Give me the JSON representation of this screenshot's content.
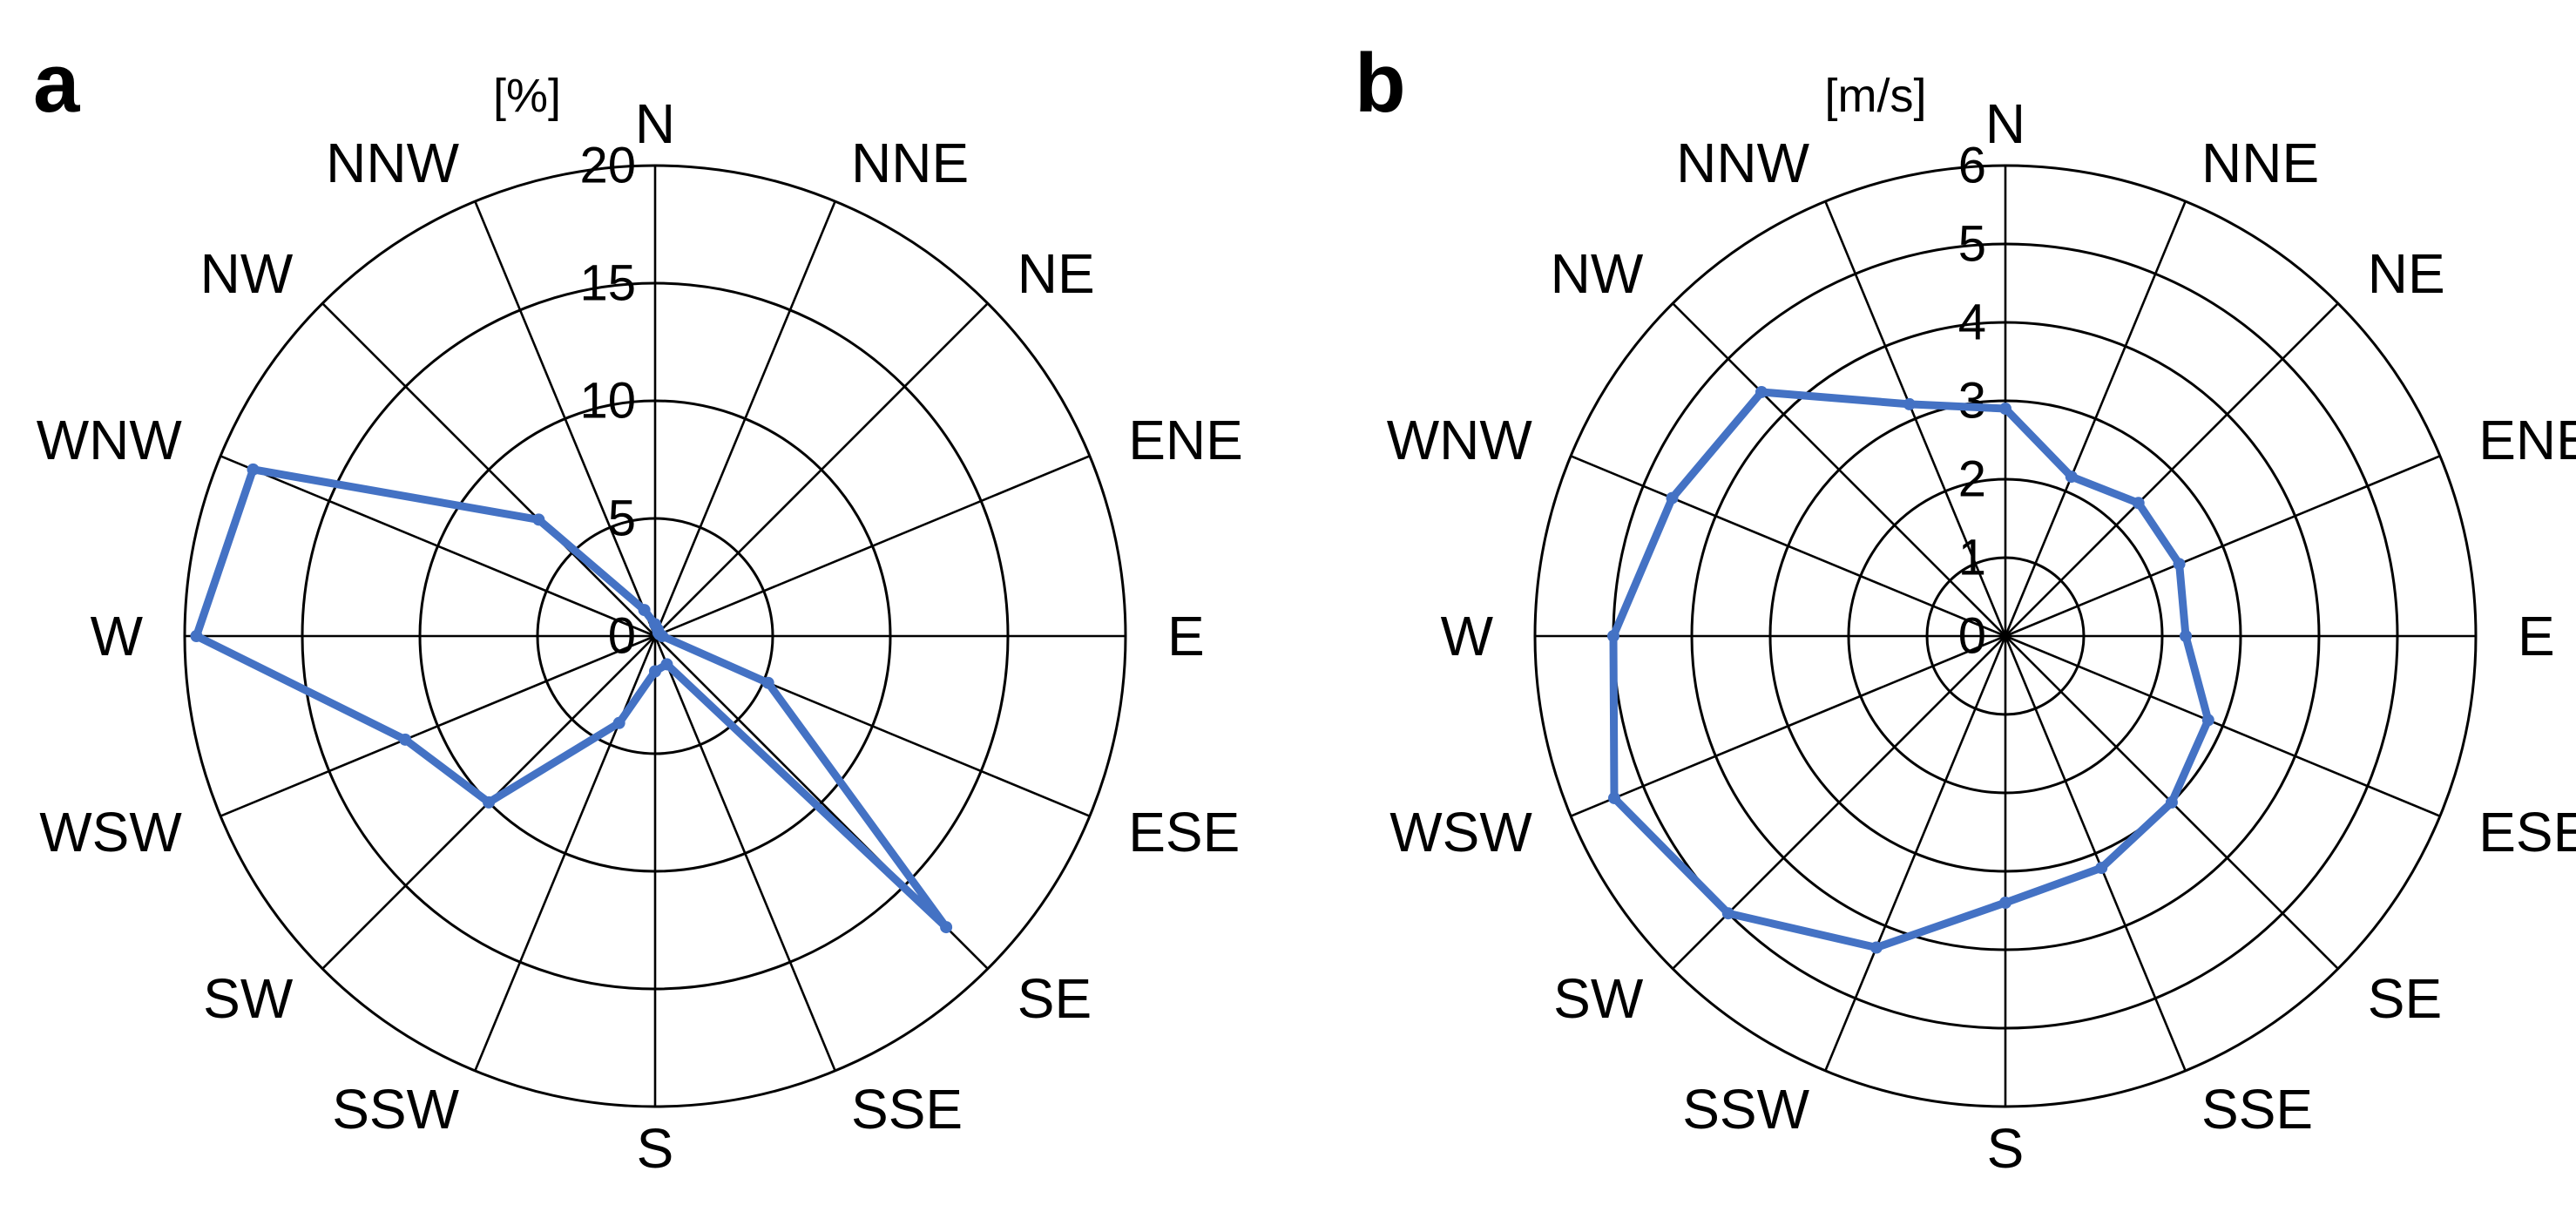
{
  "chart_data": [
    {
      "type": "radar",
      "panel": "a",
      "unit_label": "[%]",
      "directions": [
        "N",
        "NNE",
        "NE",
        "ENE",
        "E",
        "ESE",
        "SE",
        "SSE",
        "S",
        "SSW",
        "SW",
        "WSW",
        "W",
        "WNW",
        "NW",
        "NNW"
      ],
      "ticks": [
        "0",
        "5",
        "10",
        "15",
        "20"
      ],
      "rlim": [
        0,
        20
      ],
      "series": [
        {
          "values": [
            0.5,
            0.3,
            0.2,
            0.2,
            0.3,
            5.2,
            17.5,
            1.3,
            1.5,
            4.0,
            10.0,
            11.5,
            19.5,
            18.5,
            7.0,
            1.2
          ]
        }
      ],
      "line_color": "#4472C4",
      "grid": true
    },
    {
      "type": "radar",
      "panel": "b",
      "unit_label": "[m/s]",
      "directions": [
        "N",
        "NNE",
        "NE",
        "ENE",
        "E",
        "ESE",
        "SE",
        "SSE",
        "S",
        "SSW",
        "SW",
        "WSW",
        "W",
        "WNW",
        "NW",
        "NNW"
      ],
      "ticks": [
        "0",
        "1",
        "2",
        "3",
        "4",
        "5",
        "6"
      ],
      "rlim": [
        0,
        6
      ],
      "series": [
        {
          "values": [
            2.9,
            2.2,
            2.4,
            2.4,
            2.3,
            2.8,
            3.0,
            3.2,
            3.4,
            4.3,
            5.0,
            5.4,
            5.0,
            4.6,
            4.4,
            3.2
          ]
        }
      ],
      "line_color": "#4472C4",
      "grid": true
    }
  ]
}
